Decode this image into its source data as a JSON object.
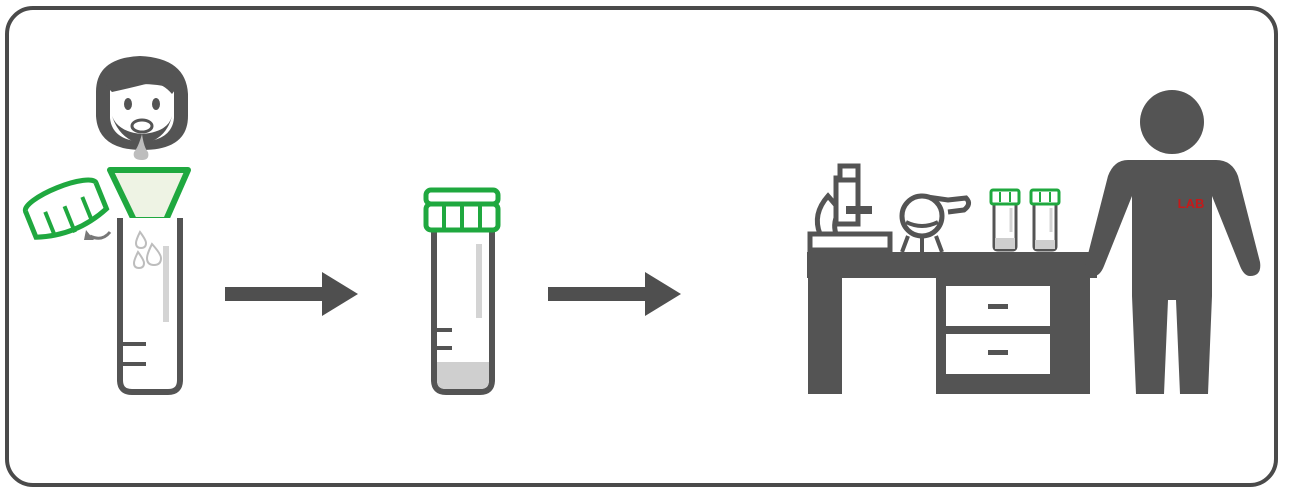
{
  "figure": {
    "steps": [
      {
        "id": "collect",
        "icon": "person-spitting-into-tube-icon"
      },
      {
        "id": "sealed",
        "icon": "capped-sample-tube-icon"
      },
      {
        "id": "lab",
        "icon": "laboratory-bench-icon"
      }
    ],
    "lab_label": "LAB",
    "colors": {
      "outline": "#4a4a4a",
      "dark": "#545454",
      "cap_green": "#1fa83f",
      "funnel_fill": "#eef3e4",
      "liquid": "#cfcfcf",
      "scale_mark": "#d4d4d4",
      "label_red": "#c41a1a"
    }
  }
}
